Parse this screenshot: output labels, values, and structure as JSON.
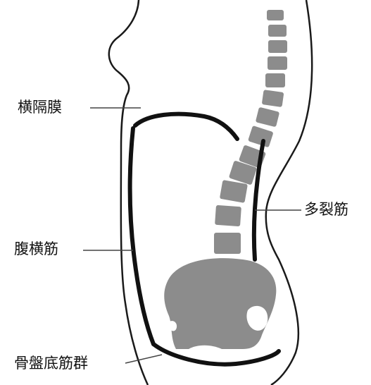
{
  "labels": {
    "diaphragm": "横隔膜",
    "transversus_abdominis": "腹横筋",
    "multifidus": "多裂筋",
    "pelvic_floor": "骨盤底筋群"
  },
  "colors": {
    "outline": "#1a1a1a",
    "muscle": "#111111",
    "bone": "#8c8c8c",
    "leader_line": "#444444",
    "background": "#ffffff"
  }
}
